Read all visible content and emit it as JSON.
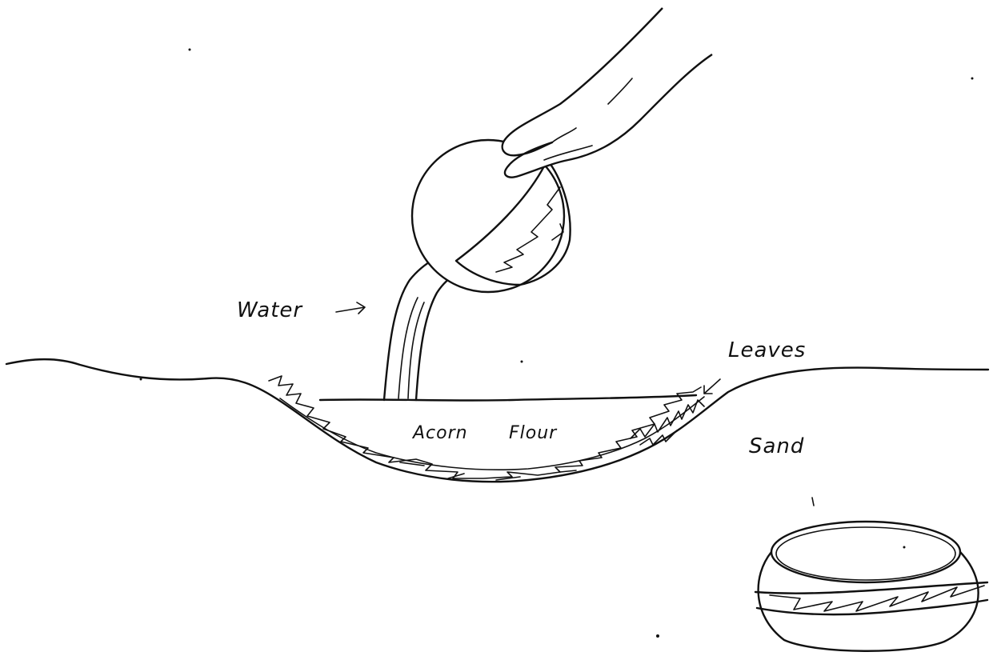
{
  "labels": {
    "water": "Water",
    "leaves": "Leaves",
    "acorn": "Acorn",
    "flour": "Flour",
    "sand": "Sand"
  },
  "colors": {
    "ink": "#111111",
    "paper": "#ffffff"
  }
}
